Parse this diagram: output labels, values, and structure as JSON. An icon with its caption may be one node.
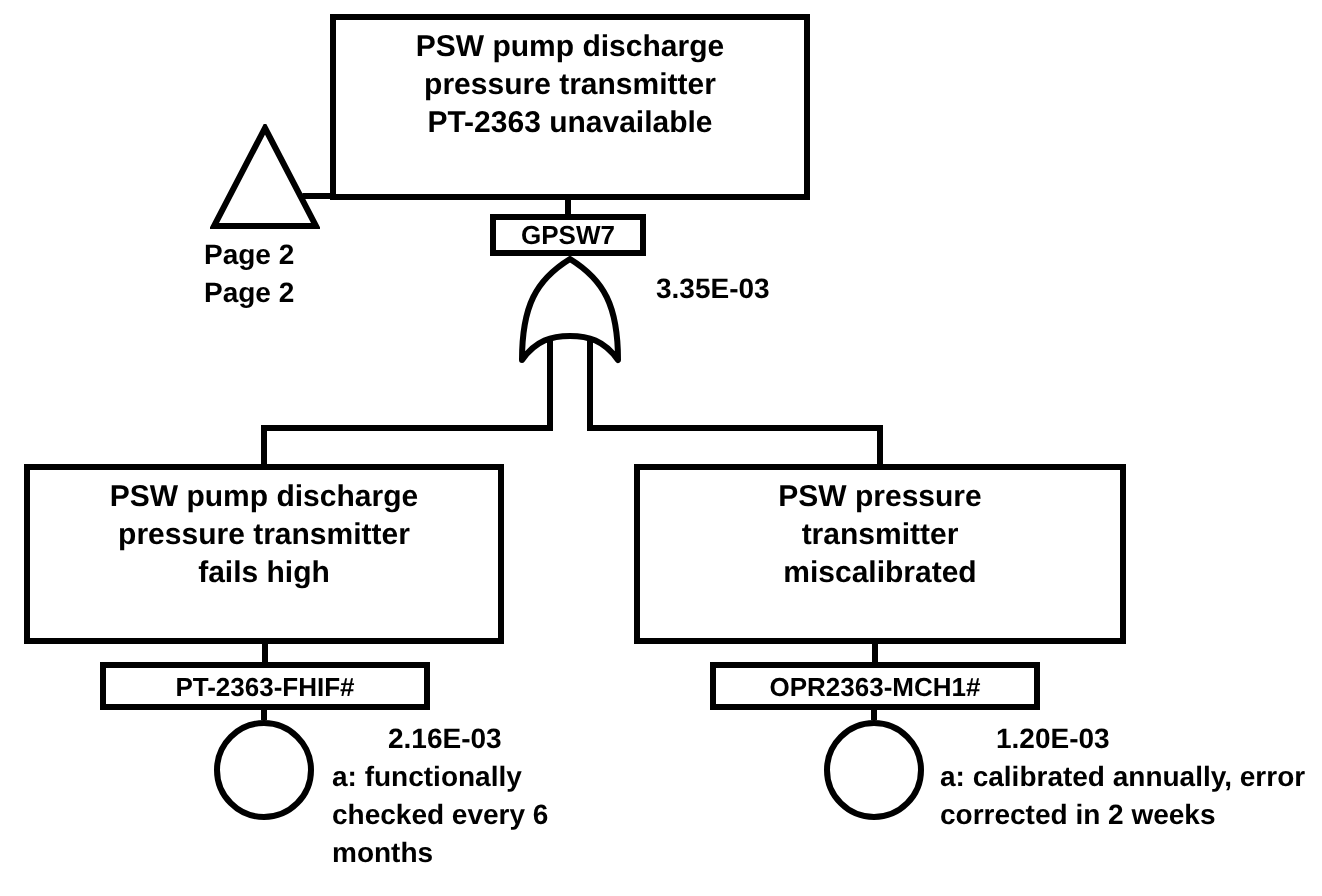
{
  "diagram": {
    "nodes": [
      {
        "text": [
          "PSW pump discharge pressure transmitter PT-2363 unavailable"
        ]
      },
      {
        "text": [
          "GPSW7"
        ]
      },
      {
        "text": [],
        "shape": "gate",
        "beside": [
          "3.35E-03"
        ]
      },
      {
        "text": [],
        "shape": "triangle",
        "beside": [
          "Page 2",
          "Page 2"
        ]
      },
      {
        "text": [
          "PSW pump discharge pressure transmitter fails high"
        ]
      },
      {
        "text": [
          "PT-2363-FHIF#"
        ]
      },
      {
        "text": [],
        "shape": "circle",
        "beside": [
          "2.16E-03",
          "a: functionally checked every 6 months"
        ]
      },
      {
        "text": [
          "PSW pressure transmitter miscalibrated"
        ]
      },
      {
        "text": [
          "OPR2363-MCH1#"
        ]
      },
      {
        "text": [],
        "shape": "circle",
        "beside": [
          "1.20E-03",
          "a: calibrated annually, error corrected in 2 weeks"
        ]
      }
    ],
    "edges": [
      {
        "from": 0,
        "to": 1,
        "arrow": "none"
      },
      {
        "from": 3,
        "to": 0,
        "arrow": "none"
      },
      {
        "from": 2,
        "to": 4,
        "arrow": "none"
      },
      {
        "from": 2,
        "to": 7,
        "arrow": "none"
      },
      {
        "from": 4,
        "to": 5,
        "arrow": "none"
      },
      {
        "from": 5,
        "to": 6,
        "arrow": "none"
      },
      {
        "from": 7,
        "to": 8,
        "arrow": "none"
      },
      {
        "from": 8,
        "to": 9,
        "arrow": "none"
      }
    ]
  }
}
